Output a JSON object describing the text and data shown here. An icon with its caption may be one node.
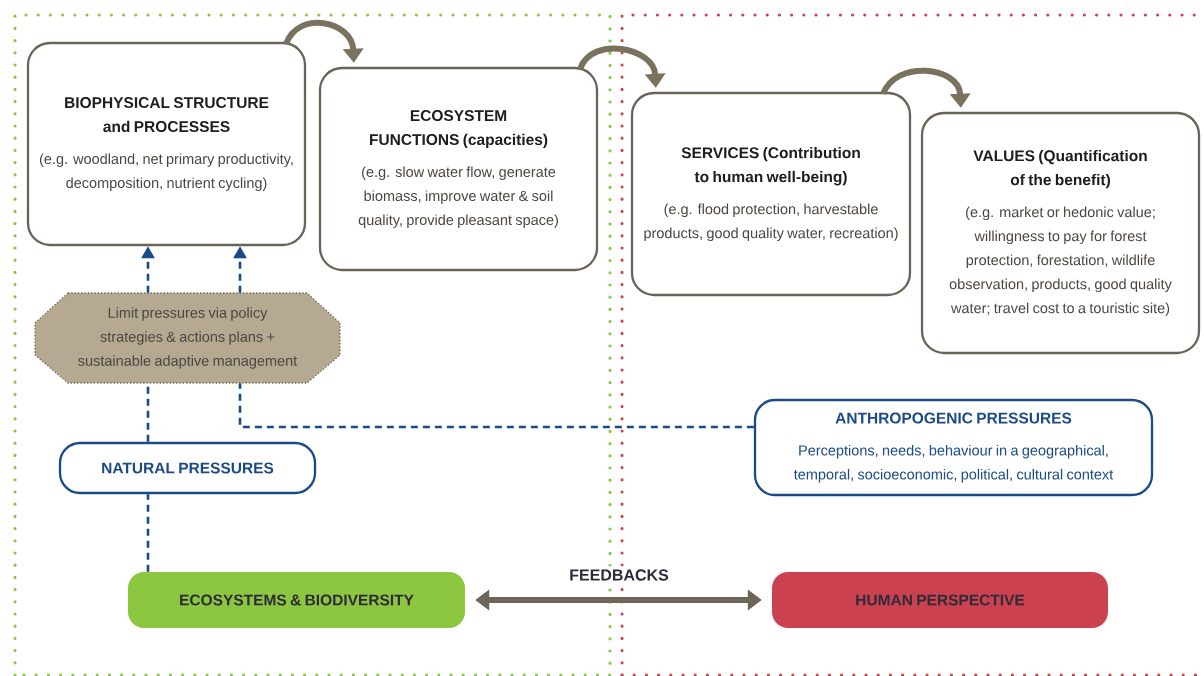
{
  "diagram": {
    "nodes": [
      {
        "text": [
          "BIOPHYSICAL STRUCTURE and PROCESSES",
          "(e.g. woodland, net primary productivity, decomposition, nutrient cycling)"
        ]
      },
      {
        "text": [
          "ECOSYSTEM FUNCTIONS (capacities)",
          "(e.g. slow water flow, generate biomass, improve water & soil quality, provide pleasant space)"
        ]
      },
      {
        "text": [
          "SERVICES (Contribution to human well-being)",
          "(e.g. flood protection, harvestable products, good quality water, recreation)"
        ]
      },
      {
        "text": [
          "VALUES (Quantification of the benefit)",
          "(e.g. market or hedonic value; willingness to pay for forest protection, forestation, wildlife observation, products, good quality water; travel cost to a touristic site)"
        ]
      },
      {
        "text": [
          "Limit pressures via policy strategies & actions plans + sustainable adaptive management"
        ]
      },
      {
        "text": [
          "NATURAL PRESSURES"
        ]
      },
      {
        "text": [
          "ANTHROPOGENIC PRESSURES",
          "Perceptions, needs, behaviour in a geographical, temporal, socioeconomic, political, cultural context"
        ]
      },
      {
        "text": [
          "ECOSYSTEMS & BIODIVERSITY"
        ]
      },
      {
        "text": [
          "HUMAN PERSPECTIVE"
        ]
      }
    ],
    "edges": [
      {
        "from": 0,
        "to": 1,
        "arrow": "to",
        "style": "thick",
        "color": "#7a725f"
      },
      {
        "from": 1,
        "to": 2,
        "arrow": "to",
        "style": "thick",
        "color": "#7a725f"
      },
      {
        "from": 2,
        "to": 3,
        "arrow": "to",
        "style": "thick",
        "color": "#7a725f"
      },
      {
        "from": 7,
        "to": 5,
        "arrow": "none",
        "style": "dashed",
        "color": "#1a4a87"
      },
      {
        "from": 5,
        "to": 4,
        "arrow": "none",
        "style": "dashed",
        "color": "#1a4a87"
      },
      {
        "from": 4,
        "to": 0,
        "arrow": "to",
        "style": "dashed",
        "color": "#1a4a87"
      },
      {
        "from": 6,
        "to": 4,
        "arrow": "none",
        "style": "dashed",
        "color": "#1a4a87"
      },
      {
        "from": 4,
        "to": 0,
        "arrow": "to",
        "style": "dashed",
        "color": "#1a4a87"
      },
      {
        "from": 7,
        "to": 8,
        "arrow": "both",
        "label": "FEEDBACKS",
        "style": "thick",
        "color": "#6d6658"
      }
    ]
  }
}
